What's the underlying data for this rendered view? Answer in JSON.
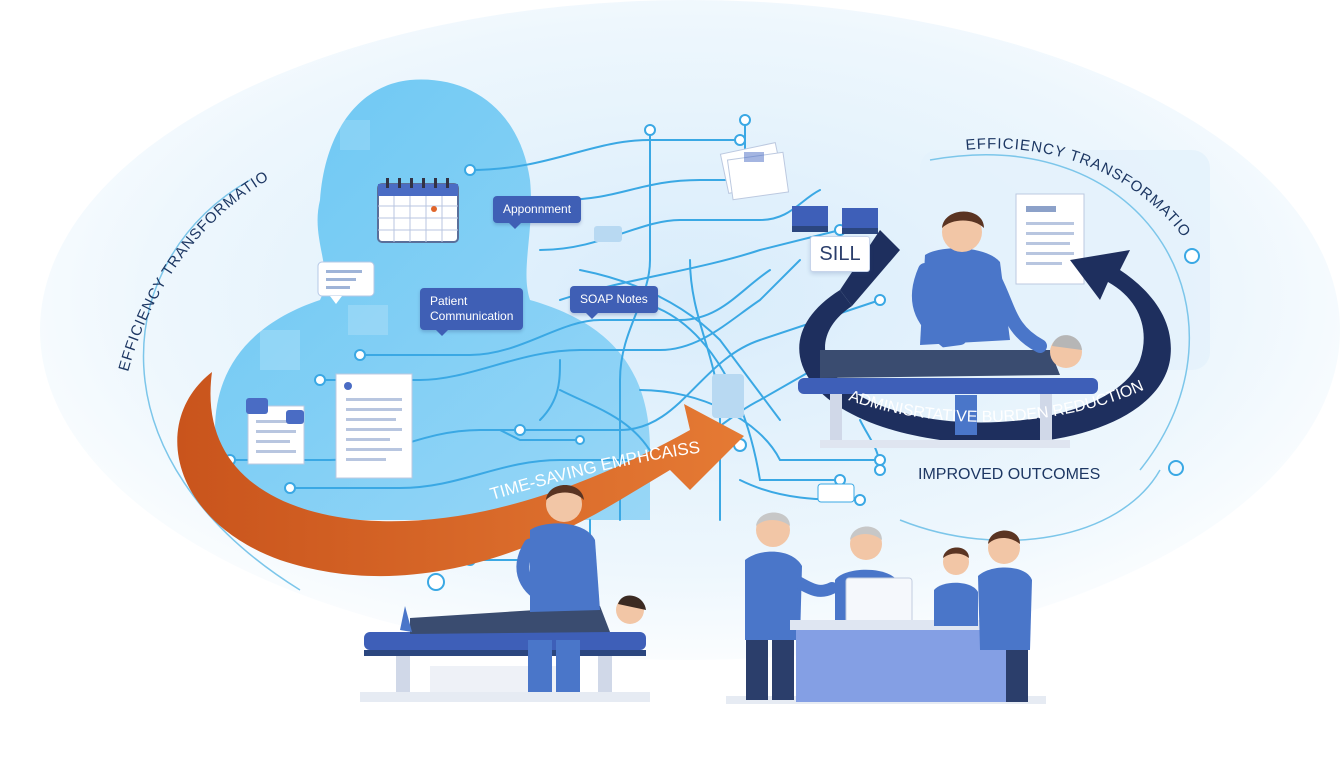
{
  "labels": {
    "efficiency_left": "EFFICIENCY TRANSFORMATION",
    "efficiency_right": "EFFICIENCY TRANSFORMATION",
    "appointment": "Apponnment",
    "patient_communication_line1": "Patient",
    "patient_communication_line2": "Communication",
    "soap_notes": "SOAP Notes",
    "sill": "SILL",
    "time_saving": "TIME-SAVING EMPHCAISS",
    "admin_burden": "ADMINISRTATIVE BURDEN REDUCTION",
    "improved_outcomes": "IMPROVED OUTCOMES"
  },
  "icons": [
    "calendar-icon",
    "document-icon",
    "chat-icon",
    "stack-icon",
    "clock-icon",
    "refresh-icon"
  ],
  "colors": {
    "head_blue": "#4fb3ee",
    "circuit": "#3aa8e4",
    "arrow_orange": "#d9692a",
    "arrow_navy": "#1e2f5e",
    "scrubs": "#4a76c9",
    "table_blue": "#3e5fb8"
  }
}
